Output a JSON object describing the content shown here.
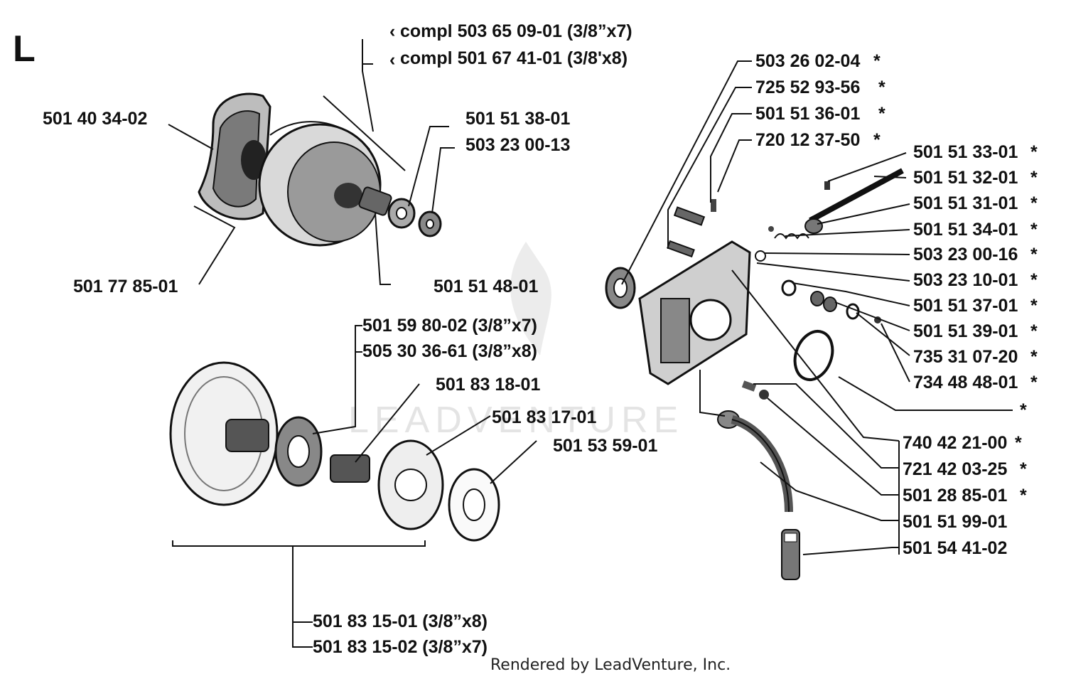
{
  "section_letter": "L",
  "watermark": "LEADVENTURE",
  "credit": "Rendered by LeadVenture, Inc.",
  "labels": {
    "clutch_complete_a": "compl 503 65 09-01 (3/8”x7)",
    "clutch_complete_b": "compl 501 67 41-01 (3/8'x8)",
    "clutch_shoe": "501 40 34-02",
    "clutch_spring": "501 77 85-01",
    "washer_a": "501 51 38-01",
    "screw_a": "503 23 00-13",
    "needle_bearing_a": "501 51 48-01",
    "drum_a": "501 59 80-02 (3/8”x7)",
    "drum_b": "505 30 36-61 (3/8”x8)",
    "needle_bearing_b": "501 83 18-01",
    "rim_sprocket": "501 83 17-01",
    "washer_b": "501 53 59-01",
    "drum_assy_a": "501 83 15-01 (3/8”x8)",
    "drum_assy_b": "501 83 15-02 (3/8”x7)",
    "seal": "503 26 02-04",
    "screw_b": "725 52 93-56",
    "screw_c": "501 51 36-01",
    "pin": "720 12 37-50",
    "pump_r1": "501 51 33-01",
    "pump_r2": "501 51 32-01",
    "pump_r3": "501 51 31-01",
    "pump_r4": "501 51 34-01",
    "pump_r5": "503 23 00-16",
    "pump_r6": "503 23 10-01",
    "pump_r7": "501 51 37-01",
    "pump_r8": "501 51 39-01",
    "pump_r9": "735 31 07-20",
    "pump_r10": "734 48 48-01",
    "pump_r11": "",
    "pump_r12": "740 42 21-00",
    "pump_r13": "721 42 03-25",
    "pump_r14": "501 28 85-01",
    "pump_r15": "501 51 99-01",
    "pump_r16": "501 54 41-02",
    "asterisk": "*"
  }
}
